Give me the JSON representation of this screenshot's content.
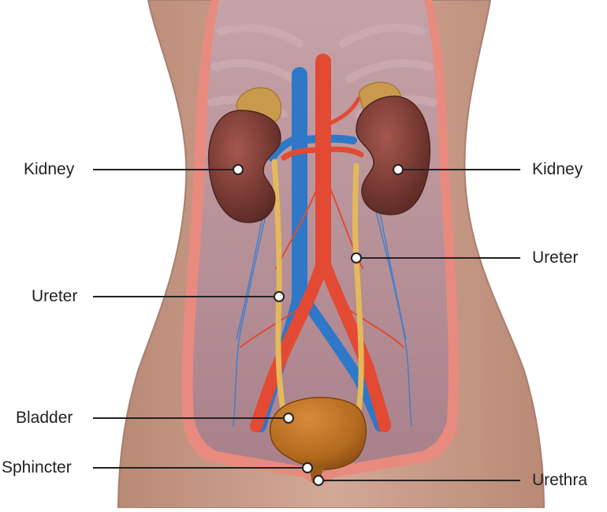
{
  "labels": {
    "kidney_left": "Kidney",
    "kidney_right": "Kidney",
    "ureter_left": "Ureter",
    "ureter_right": "Ureter",
    "bladder": "Bladder",
    "sphincter": "Sphincter",
    "urethra": "Urethra"
  },
  "colors": {
    "skin": "#c79b87",
    "skin_outline": "#a87f6e",
    "cavity_rim": "#e98a7f",
    "cavity_fill": "#b48a91",
    "kidney": "#7a3b34",
    "adrenal": "#c99a4e",
    "ureter": "#e3b95a",
    "artery": "#e24a33",
    "vein": "#2f78c8",
    "bladder": "#b36a1e",
    "leader": "#222222",
    "marker_fill": "#ffffff"
  }
}
